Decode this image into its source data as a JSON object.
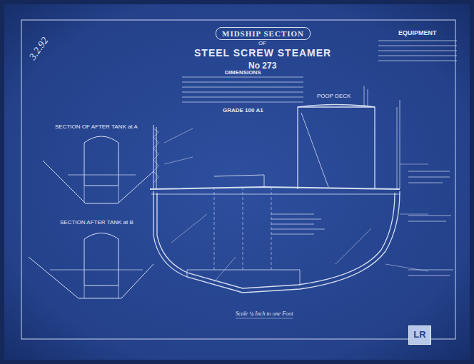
{
  "diagram": {
    "title": "MIDSHIP SECTION",
    "nodes": [
      {
        "text": [
          "LR"
        ]
      }
    ],
    "labels": [
      "OF",
      "STEEL SCREW STEAMER",
      "No 273",
      "DIMENSIONS",
      "GRADE 100 A1",
      "EQUIPMENT",
      "SECTION OF AFTER TANK at A",
      "SECTION AFTER TANK at B",
      "POOP DECK",
      "Scale ¼ Inch to one Foot",
      "3.2.92"
    ]
  }
}
